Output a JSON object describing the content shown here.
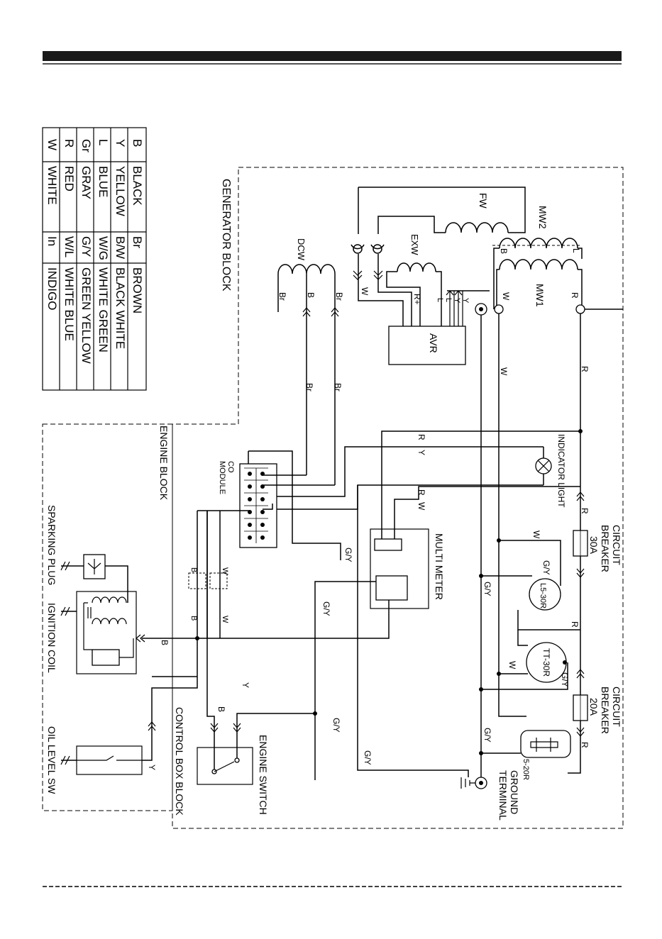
{
  "legend": {
    "rows": [
      {
        "code": "B",
        "name": "BLACK"
      },
      {
        "code": "Y",
        "name": "YELLOW"
      },
      {
        "code": "L",
        "name": "BLUE"
      },
      {
        "code": "Gr",
        "name": "GRAY"
      },
      {
        "code": "R",
        "name": "RED"
      },
      {
        "code": "W",
        "name": "WHITE"
      },
      {
        "code": "Br",
        "name": "BROWN"
      },
      {
        "code": "B/W",
        "name": "BLACK  WHITE"
      },
      {
        "code": "W/G",
        "name": "WHITE GREEN"
      },
      {
        "code": "G/Y",
        "name": "GREEN YELLOW"
      },
      {
        "code": "W/L",
        "name": "WHITE BLUE"
      },
      {
        "code": "In",
        "name": "INDIGO"
      }
    ]
  },
  "blocks": {
    "generator": "GENERATOR BLOCK",
    "engine": "ENGINE BLOCK",
    "control_box": "CONTROL BOX BLOCK"
  },
  "components": {
    "fw": "FW",
    "mw2": "MW2",
    "mw1": "MW1",
    "exw": "EXW",
    "dcw": "DCW",
    "avr": "AVR",
    "co_module": [
      "CO",
      "MODULE"
    ],
    "indicator_light": "INDICATOR LIGHT",
    "multi_meter": "MULTI METER",
    "cb30": [
      "CIRCUIT",
      "BREAKER",
      "30A"
    ],
    "cb20": [
      "CIRCUIT",
      "BREAKER",
      "20A"
    ],
    "l5_30r": "L5-30R",
    "tt_30r": "TT-30R",
    "r5_20r": "5-20R",
    "ground_terminal": [
      "GROUND",
      "TERMINAL"
    ],
    "sparking_plug": "SPARKING PLUG",
    "ignition_coil": "IGNITION COIL",
    "oil_level_sw": "OIL LEVEL SW",
    "engine_switch": "ENGINE SWITCH"
  },
  "wire_labels": {
    "R": "R",
    "W": "W",
    "B": "B",
    "Y": "Y",
    "L": "L",
    "Br": "Br",
    "GY": "G/Y",
    "Rplus": "R+"
  },
  "colors": {
    "line": "#000000",
    "header_bar": "#1a1a1a",
    "background": "#ffffff"
  }
}
